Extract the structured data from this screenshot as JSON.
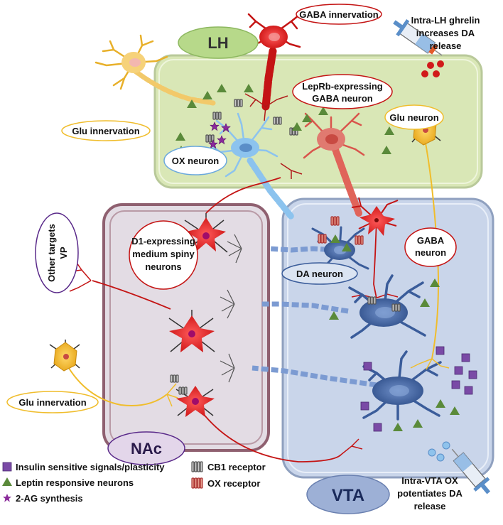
{
  "regions": {
    "lh": "LH",
    "vta": "VTA",
    "nac": "NAc"
  },
  "labels": {
    "gaba_innervation": "GABA innervation",
    "ghrelin_line1": "Intra-LH ghrelin",
    "ghrelin_line2": "increases DA",
    "ghrelin_line3": "release",
    "leprb_line1": "LepRb-expressing",
    "leprb_line2": "GABA neuron",
    "glu_innervation_top": "Glu innervation",
    "glu_neuron": "Glu neuron",
    "ox_neuron": "OX neuron",
    "d1_line1": "D1-expressing",
    "d1_line2": "medium spiny",
    "d1_line3": "neurons",
    "gaba_neuron_line1": "GABA",
    "gaba_neuron_line2": "neuron",
    "other_targets_line1": "Other targets",
    "other_targets_line2": "VP",
    "da_neuron": "DA neuron",
    "glu_innervation_bottom": "Glu innervation",
    "ox_line1": "Intra-VTA OX",
    "ox_line2": "potentiates DA",
    "ox_line3": "release"
  },
  "legend": {
    "insulin": "Insulin sensitive signals/plasticity",
    "leptin": "Leptin responsive neurons",
    "ag": "2-AG synthesis",
    "cb1": "CB1 receptor",
    "ox": "OX receptor"
  },
  "colors": {
    "lh_fill": "#dbe8b8",
    "vta_fill": "#c9d6ea",
    "nac_fill": "#e1dbe3",
    "gaba_red": "#d81e1e",
    "da_blue": "#3a5c9a",
    "ox_blue": "#7fb6e6",
    "glu_yellow": "#f0bd2c",
    "leptin_green": "#5a8a3a",
    "insulin_purple": "#7a4aa6"
  }
}
